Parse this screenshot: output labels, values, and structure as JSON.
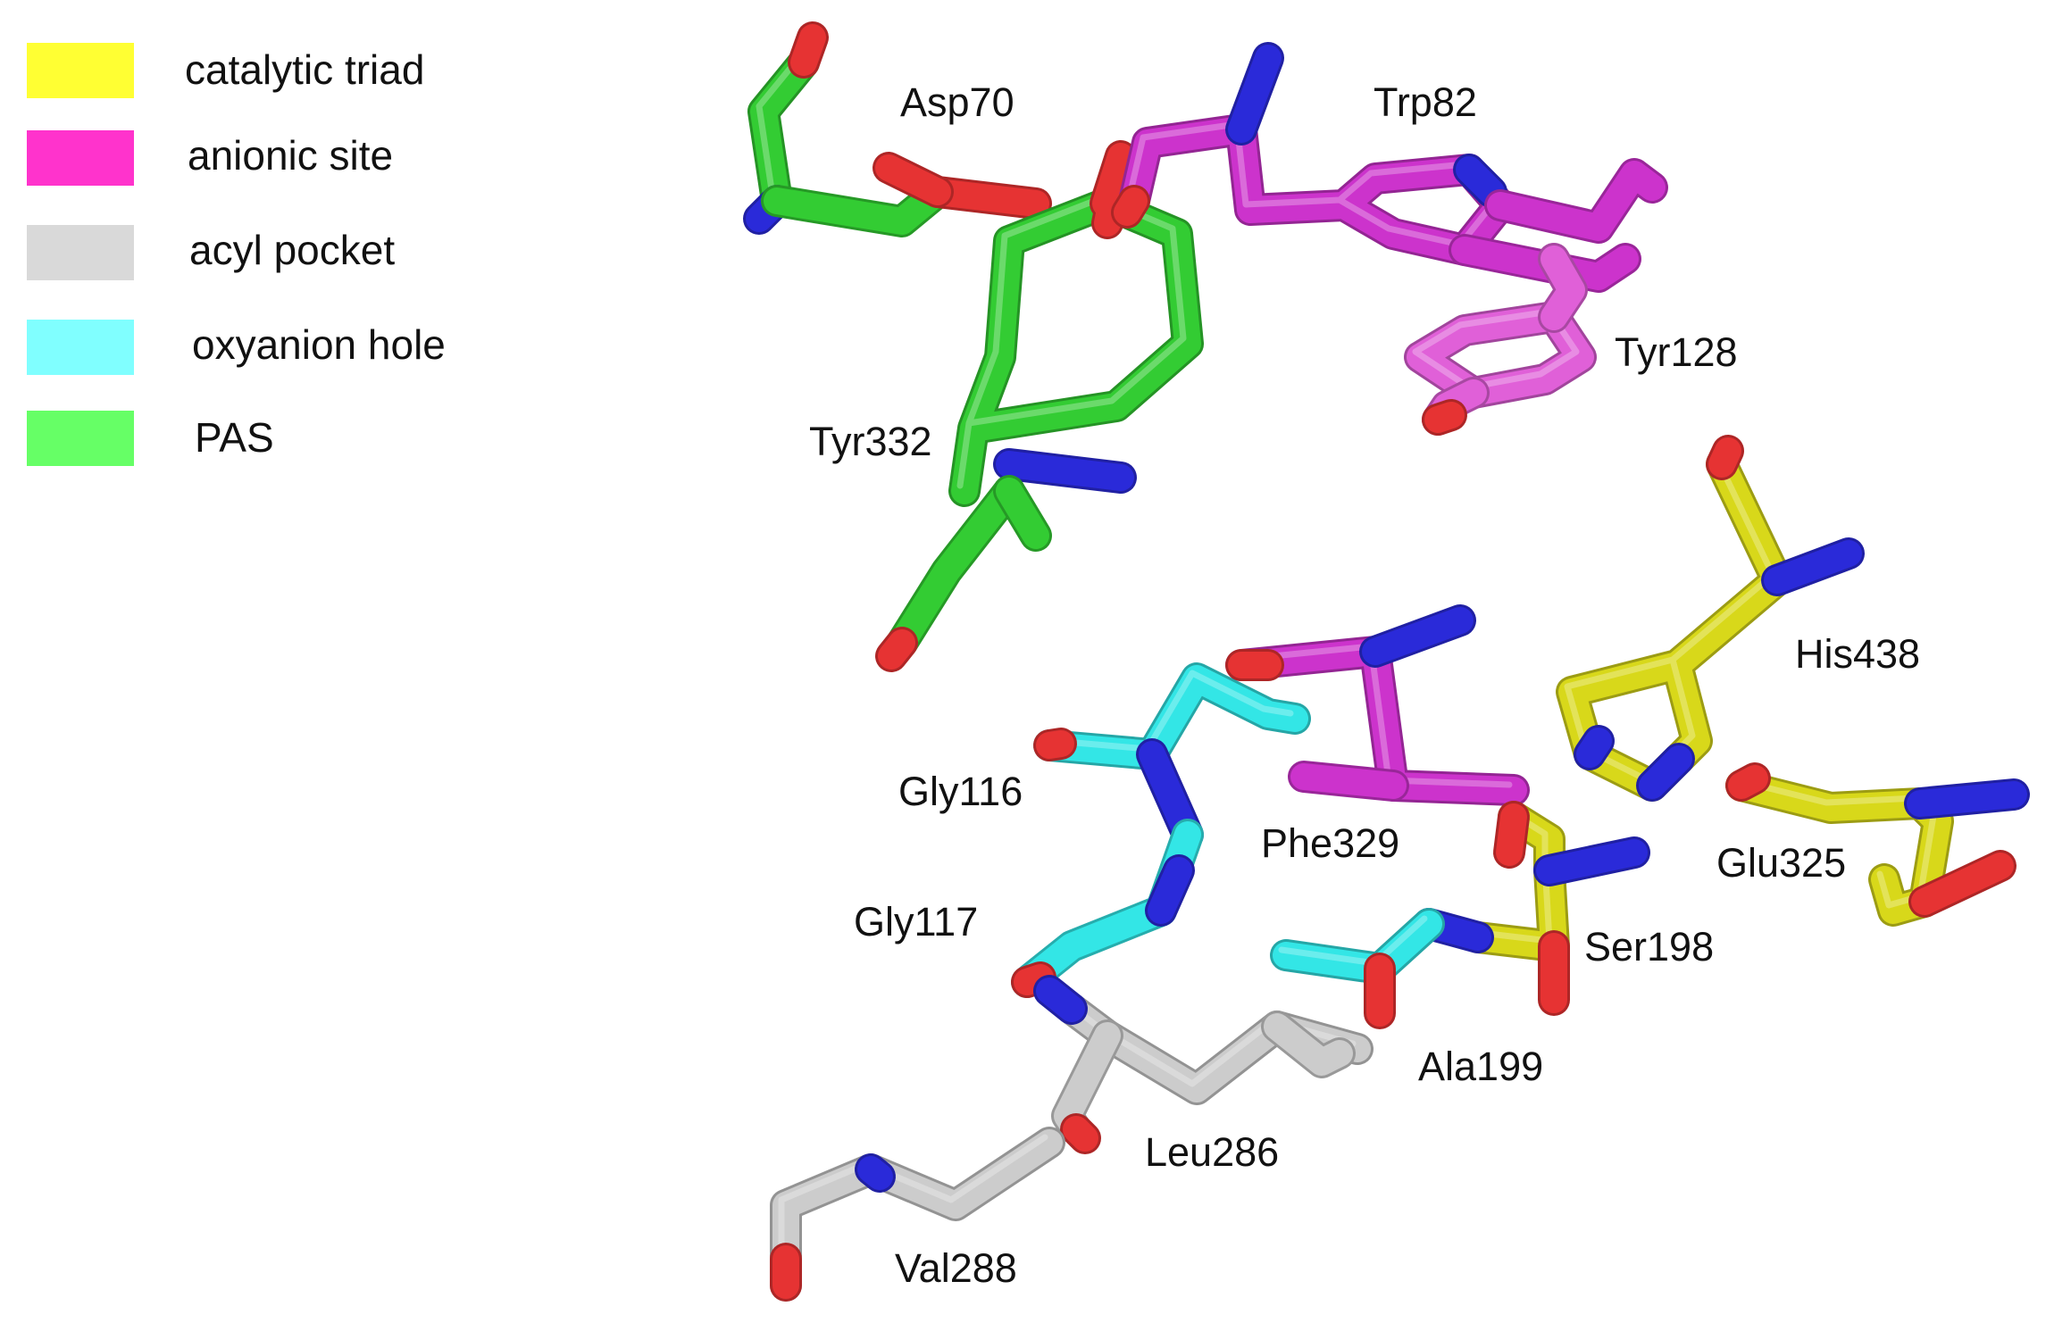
{
  "legend": [
    {
      "key": "catalytic",
      "label": "catalytic triad",
      "color": "#ffff33"
    },
    {
      "key": "anionic",
      "label": "anionic site",
      "color": "#ff33cc"
    },
    {
      "key": "acyl",
      "label": "acyl pocket",
      "color": "#d9d9d9"
    },
    {
      "key": "oxyanion",
      "label": "oxyanion hole",
      "color": "#80ffff"
    },
    {
      "key": "pas",
      "label": "PAS",
      "color": "#66ff66"
    }
  ],
  "residue_colors": {
    "catalytic": "#d8d81a",
    "anionic": "#cc33cc",
    "anionic_light": "#e060d8",
    "acyl": "#cccccc",
    "oxyanion": "#33e6e6",
    "pas": "#33cc33"
  },
  "atom_colors": {
    "oxygen": "#e63333",
    "nitrogen": "#2a2ad9"
  },
  "residues": [
    {
      "id": "asp70",
      "label": "Asp70",
      "group": "pas"
    },
    {
      "id": "trp82",
      "label": "Trp82",
      "group": "anionic"
    },
    {
      "id": "tyr128",
      "label": "Tyr128",
      "group": "anionic_light"
    },
    {
      "id": "tyr332",
      "label": "Tyr332",
      "group": "pas"
    },
    {
      "id": "his438",
      "label": "His438",
      "group": "catalytic"
    },
    {
      "id": "gly116",
      "label": "Gly116",
      "group": "oxyanion"
    },
    {
      "id": "phe329",
      "label": "Phe329",
      "group": "anionic"
    },
    {
      "id": "glu325",
      "label": "Glu325",
      "group": "catalytic"
    },
    {
      "id": "gly117",
      "label": "Gly117",
      "group": "oxyanion"
    },
    {
      "id": "ser198",
      "label": "Ser198",
      "group": "catalytic"
    },
    {
      "id": "ala199",
      "label": "Ala199",
      "group": "oxyanion"
    },
    {
      "id": "leu286",
      "label": "Leu286",
      "group": "acyl"
    },
    {
      "id": "val288",
      "label": "Val288",
      "group": "acyl"
    }
  ]
}
